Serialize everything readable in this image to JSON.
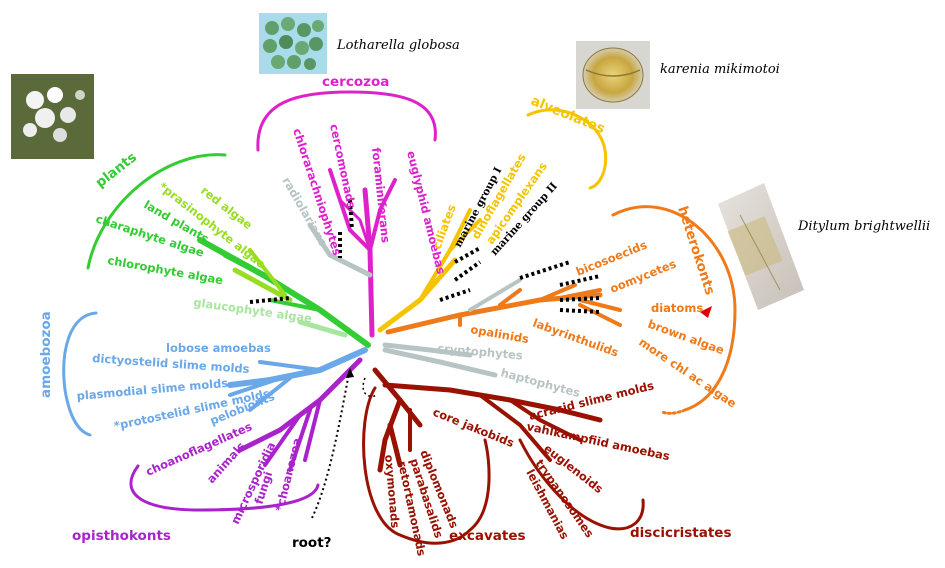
{
  "colors": {
    "plants": "#33cc33",
    "lightgreen": "#99dd22",
    "palegreen": "#a8e6a0",
    "cercozoa": "#dd22cc",
    "grey": "#b8c4c4",
    "alveolates": "#f5c400",
    "heterokonts": "#ef7a1a",
    "amoebozoa": "#6aa8e8",
    "opisthokonts": "#aa22cc",
    "excavates": "#991100",
    "root": "#000000"
  },
  "groups": {
    "plants": "plants",
    "cercozoa": "cercozoa",
    "alveolates": "alveolates",
    "heterokonts": "heterokonts",
    "amoebozoa": "amoebozoa",
    "opisthokonts": "opisthokonts",
    "excavates": "excavates",
    "discicristates": "discicristates"
  },
  "taxa": {
    "prasinophyte": "*prasinophyte algae",
    "red_algae": "red algae",
    "land_plants": "land plants",
    "charaphyte": "charaphyte algae",
    "chlorophyte": "chlorophyte algae",
    "glaucophyte": "glaucophyte algae",
    "radiolarians": "radiolarians",
    "chlorarachniophytes": "chlorarachniophytes",
    "cercomonads": "cercomonads",
    "foraminiferans": "foraminiferans",
    "euglyphid": "euglyphid amoebas",
    "ciliates": "ciliates",
    "marine_group_1": "marine group I",
    "dinoflagellates": "dinoflagellates",
    "apicomplexans": "apicomplexans",
    "marine_group_2": "marine group II",
    "bicosoecids": "bicosoecids",
    "oomycetes": "oomycetes",
    "diatoms": "diatoms",
    "brown_algae": "brown algae",
    "more_chl": "more chl ac algae",
    "opalinids": "opalinids",
    "labyrinthulids": "labyrinthulids",
    "cryptophytes": "cryptophytes",
    "haptophytes": "haptophytes",
    "lobose": "lobose amoebas",
    "dictyostelid": "dictyostelid slime molds",
    "plasmodial": "plasmodial slime molds",
    "protostelid": "*protostelid slime molds",
    "pelobionts": "pelobionts",
    "choanoflagellates": "choanoflagellates",
    "animals": "animals",
    "microsporidia": "microsporidia",
    "fungi": "fungi",
    "choanozoa": "*choanozoa",
    "core_jakobids": "core jakobids",
    "acrasid": "acrasid slime molds",
    "vahlkampfiid": "vahlkampfiid amoebas",
    "euglenoids": "euglenoids",
    "trypanosomes": "trypanosomes",
    "leishmanias": "leishmanias",
    "diplomonads": "diplomonads",
    "parabasalids": "parabasalids",
    "retortamonads": "retortamonads",
    "oxymonads": "oxymonads"
  },
  "root_label": "root?",
  "species": {
    "lotharella": "Lotharella globosa",
    "karenia": "karenia mikimotoi",
    "ditylum": "Ditylum brightwellii"
  },
  "icons": {
    "plant_photo": "flower-photo",
    "lotharella_photo": "green-cells-photo",
    "karenia_photo": "dinoflagellate-cell-photo",
    "ditylum_photo": "diatom-photo",
    "diatom_marker": "red-triangle"
  }
}
